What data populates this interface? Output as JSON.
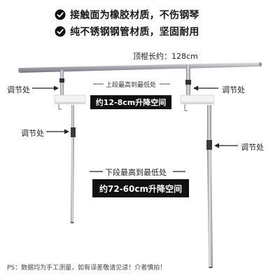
{
  "headline": {
    "line1": "接触面为橡胶材质，不伤钢琴",
    "line2": "纯不锈钢钢管材质，坚固耐用"
  },
  "top_bar": {
    "length_label": "顶棍长约：128cm"
  },
  "adjust_tags": {
    "upper_left": "调节处",
    "upper_right": "调节处",
    "lower_left": "调节处",
    "lower_right": "调节处"
  },
  "upper_range": {
    "label": "上段最高到最低处",
    "value": "约12-8cm升降空间"
  },
  "lower_range": {
    "label": "下段最高到最低处",
    "value": "约72-60cm升降空间"
  },
  "footnote": "PS：数据均为手工测量，如有误差敬请见谅！介者慎拍！",
  "colors": {
    "check_fill": "#111111",
    "range_box": "#111111",
    "metal": "#b9bcc2"
  }
}
